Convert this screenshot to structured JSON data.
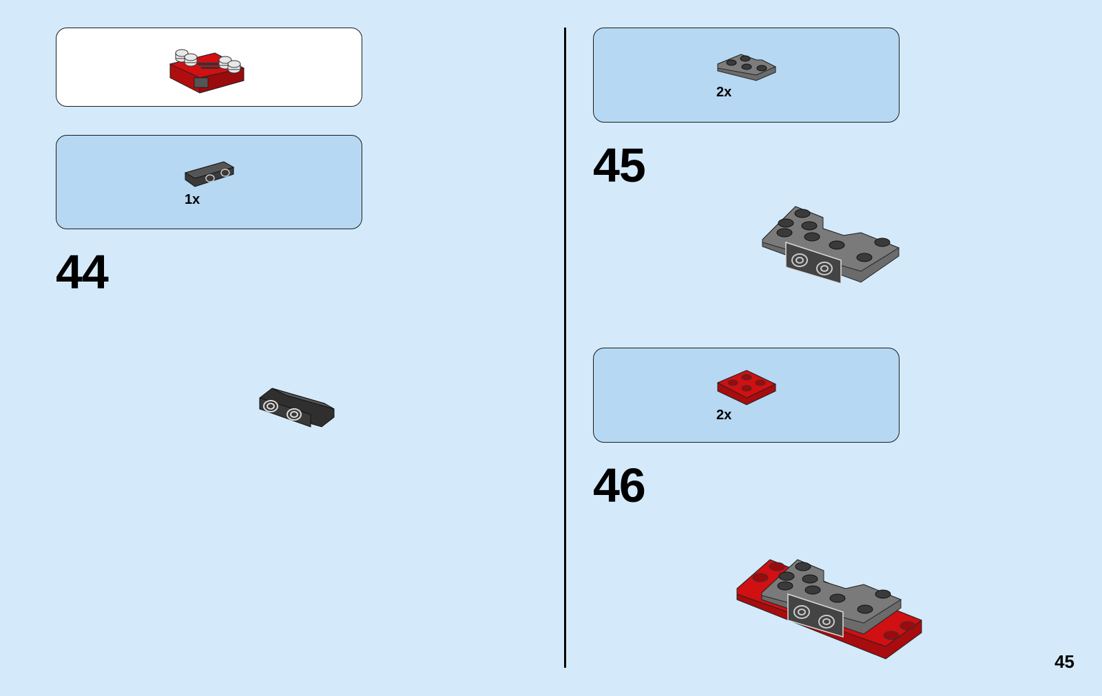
{
  "page": {
    "number": "45"
  },
  "left": {
    "callout_preview": {
      "icon": "red-subassembly-icon"
    },
    "parts_box": {
      "quantity": "1x",
      "part_icon": "dark-bracket-plate-icon"
    },
    "step": {
      "number": "44",
      "image_icon": "bracket-plate-icon"
    }
  },
  "right": {
    "parts_box_1": {
      "quantity": "2x",
      "part_icon": "gray-corner-plate-icon"
    },
    "step_45": {
      "number": "45",
      "image_icon": "gray-plates-with-bracket-icon"
    },
    "parts_box_2": {
      "quantity": "2x",
      "part_icon": "red-2x2-plate-icon"
    },
    "step_46": {
      "number": "46",
      "image_icon": "red-and-gray-assembly-icon"
    }
  },
  "colors": {
    "background": "#d4eafb",
    "parts_box": "#b6d8f2",
    "brick_red": "#d01012",
    "brick_gray": "#6b6b6b",
    "brick_dark": "#3a3a3a"
  }
}
